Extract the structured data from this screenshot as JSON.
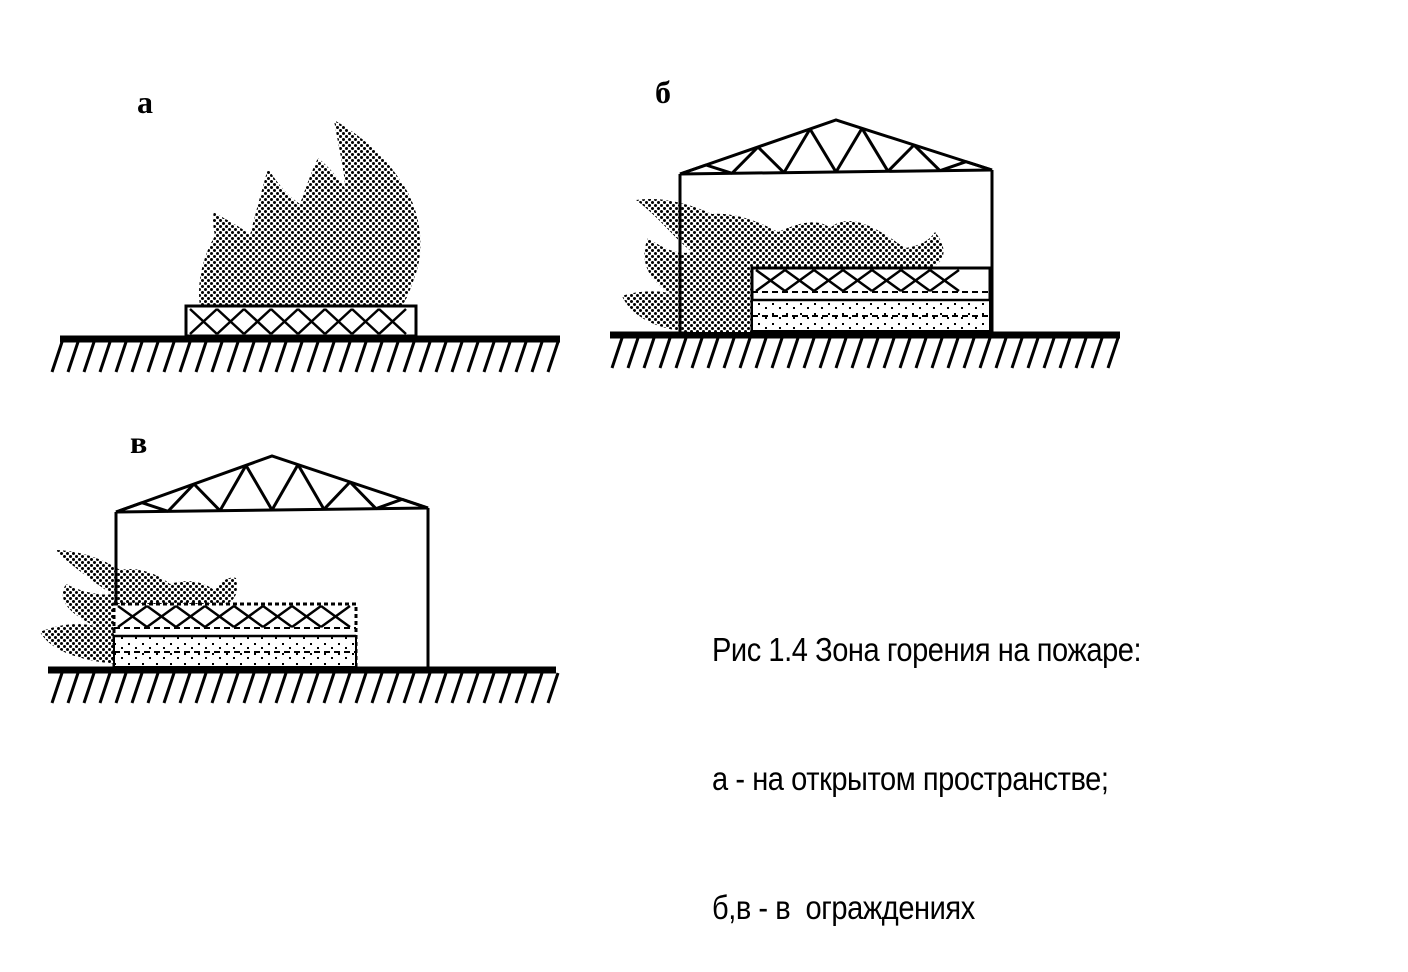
{
  "panels": {
    "a": {
      "label": "а"
    },
    "b": {
      "label": "б"
    },
    "v": {
      "label": "в"
    }
  },
  "caption": {
    "line1": "Рис 1.4 Зона горения на пожаре:",
    "line2": "а - на открытом пространстве;",
    "line3": "б,в - в  ограждениях"
  },
  "colors": {
    "ink": "#000000",
    "paper": "#ffffff"
  }
}
